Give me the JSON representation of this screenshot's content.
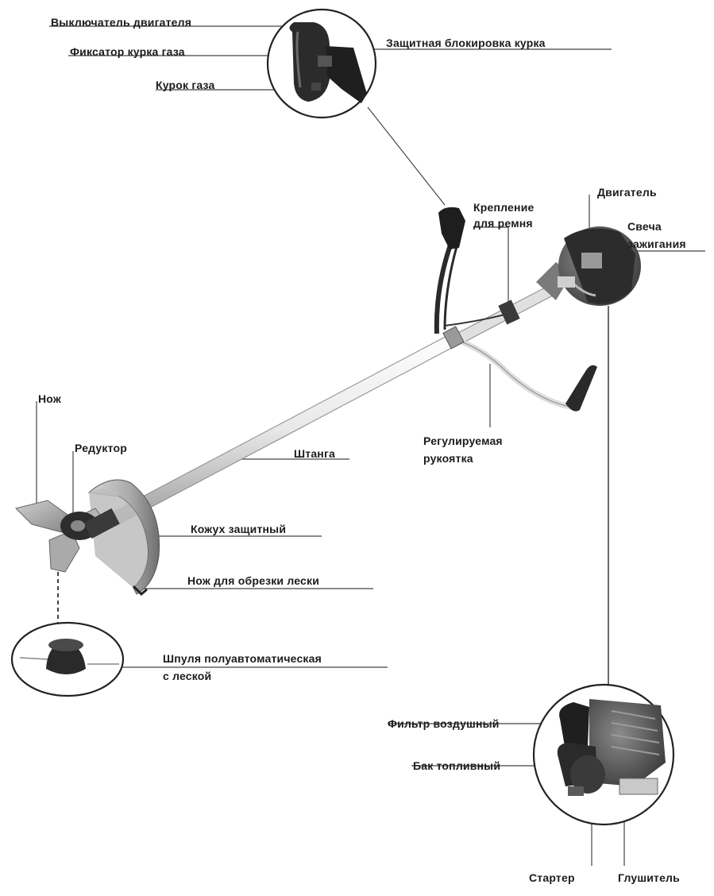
{
  "labels": {
    "engine_switch": "Выключатель двигателя",
    "throttle_lock": "Фиксатор курка газа",
    "throttle_trigger": "Курок газа",
    "trigger_safety_lock": "Защитная блокировка курка",
    "engine": "Двигатель",
    "strap_mount_1": "Крепление",
    "strap_mount_2": "для ремня",
    "spark_plug_1": "Свеча",
    "spark_plug_2": "зажигания",
    "blade": "Нож",
    "gearbox": "Редуктор",
    "shaft": "Штанга",
    "adjustable_handle_1": "Регулируемая",
    "adjustable_handle_2": "рукоятка",
    "guard": "Кожух защитный",
    "line_cutter": "Нож для обрезки лески",
    "spool_1": "Шпуля полуавтоматическая",
    "spool_2": "с леской",
    "air_filter": "Фильтр воздушный",
    "fuel_tank": "Бак топливный",
    "starter": "Стартер",
    "muffler": "Глушитель"
  }
}
